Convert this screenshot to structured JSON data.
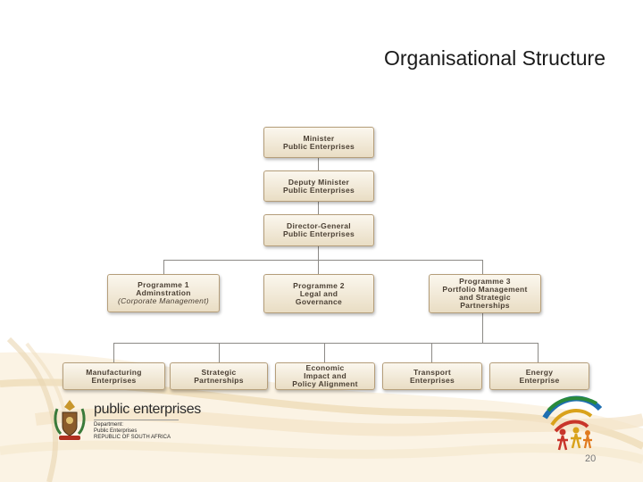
{
  "slide": {
    "title": "Organisational Structure",
    "page_number": "20"
  },
  "org": {
    "minister": [
      "Minister",
      "Public Enterprises"
    ],
    "deputy": [
      "Deputy Minister",
      "Public Enterprises"
    ],
    "dg": [
      "Director-General",
      "Public Enterprises"
    ],
    "prog1": [
      "Programme 1",
      "Adminstration",
      "(Corporate Management)"
    ],
    "prog2": [
      "Programme 2",
      "Legal and",
      "Governance"
    ],
    "prog3": [
      "Programme 3",
      "Portfolio Management",
      "and Strategic",
      "Partnerships"
    ],
    "units": [
      [
        "Manufacturing",
        "Enterprises"
      ],
      [
        "Strategic",
        "Partnerships"
      ],
      [
        "Economic",
        "Impact and",
        "Policy Alignment"
      ],
      [
        "Transport",
        "Enterprises"
      ],
      [
        "Energy",
        "Enterprise"
      ]
    ]
  },
  "logo": {
    "brand": "public enterprises",
    "line1": "Department:",
    "line2": "Public Enterprises",
    "line3": "REPUBLIC OF SOUTH AFRICA"
  },
  "colors": {
    "box_border": "#b59e7a",
    "box_fill_top": "#fbf7ee",
    "box_fill_bottom": "#e9ddc4",
    "connector": "#8c8a86",
    "swoosh": "#e8c98f"
  }
}
